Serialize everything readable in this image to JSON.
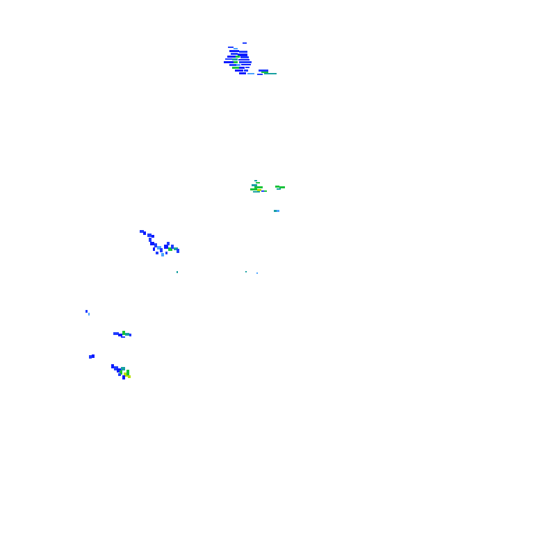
{
  "map": {
    "layer": "radar-reflectivity-overlay",
    "background_color": "#ffffff",
    "palette": {
      "light_blue": "#4aa3ff",
      "blue": "#1f3cff",
      "deep_blue": "#0a1aff",
      "green": "#19c23a",
      "teal": "#18a0a0",
      "yellow_green": "#b8e000"
    },
    "echo_clusters": [
      {
        "id": "north-cell"
      },
      {
        "id": "central-east-cell"
      },
      {
        "id": "east-speck-cell"
      },
      {
        "id": "west-central-band"
      },
      {
        "id": "central-specks"
      },
      {
        "id": "southwest-small-cell"
      },
      {
        "id": "southwest-speck-cells"
      },
      {
        "id": "south-west-cell"
      }
    ]
  }
}
